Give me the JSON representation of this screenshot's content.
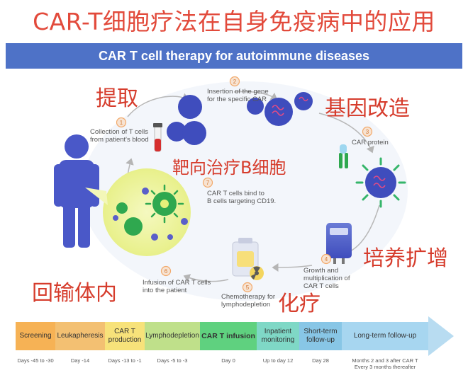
{
  "title": "CAR-T细胞疗法在自身免疫病中的应用",
  "banner": "CAR T cell therapy for autoimmune diseases",
  "annotations": {
    "extract": "提取",
    "gene_edit": "基因改造",
    "target_b": "靶向治疗B细胞",
    "expand": "培养扩增",
    "reinfuse": "回输体内",
    "chemo": "化疗"
  },
  "steps": [
    {
      "num": "1",
      "text": "Collection of T cells\nfrom patient's blood"
    },
    {
      "num": "2",
      "text": "Insertion of the gene\nfor the specific CAR"
    },
    {
      "num": "3",
      "text": "CAR protein"
    },
    {
      "num": "4",
      "text": "Growth and\nmultiplication of\nCAR T cells"
    },
    {
      "num": "5",
      "text": "Chemotherapy for\nlymphodepletion"
    },
    {
      "num": "6",
      "text": "Infusion of CAR T cells\ninto the patient"
    },
    {
      "num": "7",
      "text": "CAR T cells bind to\nB cells targeting CD19."
    }
  ],
  "timeline": [
    {
      "label": "Screening",
      "days": "Days -45 to -30",
      "color": "#f6b255"
    },
    {
      "label": "Leukapheresis",
      "days": "Day -14",
      "color": "#f3c072"
    },
    {
      "label": "CAR T\nproduction",
      "days": "Days -13 to -1",
      "color": "#f7e27a"
    },
    {
      "label": "Lymphodepletion",
      "days": "Days -5 to -3",
      "color": "#bfe08a"
    },
    {
      "label": "CAR T infusion",
      "days": "Day 0",
      "color": "#5fd17f"
    },
    {
      "label": "Inpatient\nmonitoring",
      "days": "Up to day 12",
      "color": "#7fd8c6"
    },
    {
      "label": "Short-term\nfollow-up",
      "days": "Day 28",
      "color": "#88c6e6"
    },
    {
      "label": "Long-term follow-up",
      "days": "Months 2 and 3 after CAR T\nEvery 3 months thereafter",
      "color": "#a7d6f0"
    }
  ],
  "colors": {
    "title_red": "#e24a3b",
    "banner_blue": "#4e72c7",
    "cell_blue": "#3f4dbd",
    "green_cell": "#2fa84f",
    "b_cell_purple": "#5a5fc9",
    "step_badge": "#f2a96a"
  }
}
